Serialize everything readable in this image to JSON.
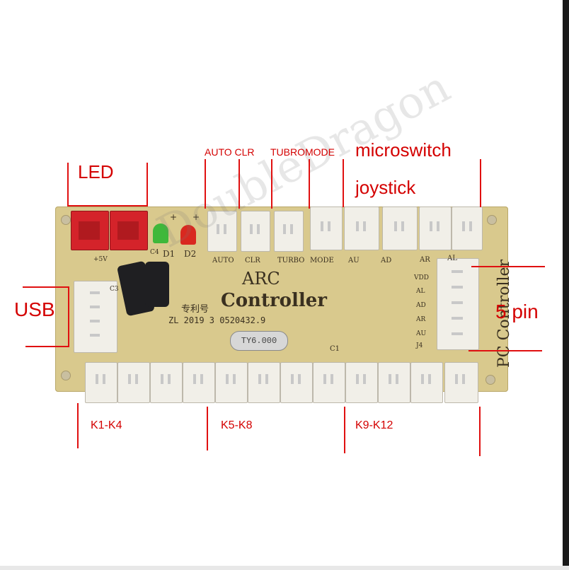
{
  "annotations": {
    "led": "LED",
    "usb": "USB",
    "auto_clr": "AUTO CLR",
    "turbo_mode": "TUBROMODE",
    "microswitch": "microswitch",
    "joystick": "joystick",
    "five_pin": "5 pin",
    "k1_k4": "K1-K4",
    "k5_k8": "K5-K8",
    "k9_k12": "K9-K12"
  },
  "board": {
    "title_line1": "ARC",
    "title_line2": "Controller",
    "patent": "ZL  2019  3  0520432.9",
    "patent_cn": "专利号",
    "pc_controller": "PC Controller",
    "crystal": "TY6.000",
    "silk_top": [
      "AUTO",
      "CLR",
      "TURBO",
      "MODE",
      "AU",
      "AD"
    ],
    "silk_right": [
      "AR",
      "AL",
      "VDD",
      "AL",
      "AD",
      "AR",
      "AU",
      "J4"
    ],
    "silk_misc": [
      "+5V",
      "C3",
      "C4",
      "D1",
      "D2",
      "C1",
      "+",
      "+"
    ]
  },
  "watermark": "DoubleDragon",
  "colors": {
    "annotation_red": "#d40000",
    "pcb": "#d9c98d",
    "led_connector": "#d4232a"
  }
}
